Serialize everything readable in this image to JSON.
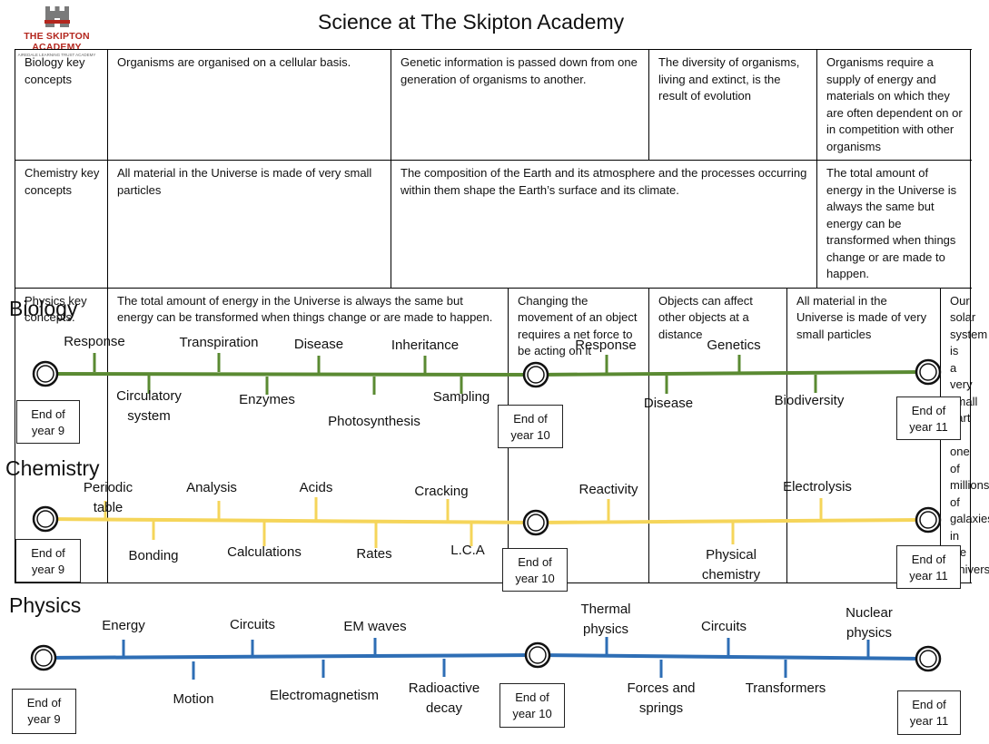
{
  "header": {
    "school_name": "THE SKIPTON ACADEMY",
    "school_sub": "AIREDALE LEARNING TRUST ACADEMY",
    "title": "Science at The Skipton Academy"
  },
  "concepts_table": {
    "biology": {
      "label": "Biology key concepts",
      "cells": [
        "Organisms are organised on a cellular basis.",
        "Genetic information is passed down from one generation of organisms to another.",
        "The diversity of organisms, living and extinct, is the result of evolution",
        "Organisms require a supply of energy and materials on which they are often dependent on or in competition with other organisms"
      ]
    },
    "chemistry": {
      "label": "Chemistry key concepts",
      "cells": [
        "All material in the Universe is made of very small particles",
        "The composition of the Earth and its atmosphere and the processes occurring within them shape the Earth’s surface and its climate.",
        "The total amount of energy in the Universe is always the same but energy can be transformed when things change or are made to happen."
      ]
    },
    "physics": {
      "label": "Physics key concepts.",
      "cells": [
        "The total amount of energy in the Universe is always the same but energy can be transformed when things change or are made to happen.",
        "Changing the movement of an object requires a net force to be acting on it",
        "Objects can affect other objects at a distance",
        "All material in the Universe is made of very small particles",
        "Our solar system is a very small part of one of millions of galaxies in the Universe"
      ]
    }
  },
  "timelines": {
    "biology": {
      "title": "Biology",
      "color": "#5a8a32",
      "end_y9": "End of year 9",
      "end_y10": "End of year 10",
      "end_y11": "End of year 11",
      "topics": [
        "Response",
        "Circulatory system",
        "Transpiration",
        "Enzymes",
        "Disease",
        "Photosynthesis",
        "Inheritance",
        "Sampling",
        "Response",
        "Disease",
        "Genetics",
        "Biodiversity"
      ]
    },
    "chemistry": {
      "title": "Chemistry",
      "color": "#f5d55a",
      "end_y9": "End of year 9",
      "end_y10": "End of year 10",
      "end_y11": "End of year 11",
      "topics": [
        "Periodic table",
        "Bonding",
        "Analysis",
        "Calculations",
        "Acids",
        "Rates",
        "Cracking",
        "L.C.A",
        "Reactivity",
        "Physical chemistry",
        "Electrolysis"
      ]
    },
    "physics": {
      "title": "Physics",
      "color": "#2e6eb5",
      "end_y9": "End of year 9",
      "end_y10": "End of year 10",
      "end_y11": "End of year 11",
      "topics": [
        "Energy",
        "Motion",
        "Circuits",
        "Electromagnetism",
        "EM waves",
        "Radioactive decay",
        "Thermal physics",
        "Forces and springs",
        "Circuits",
        "Transformers",
        "Nuclear physics"
      ]
    }
  }
}
